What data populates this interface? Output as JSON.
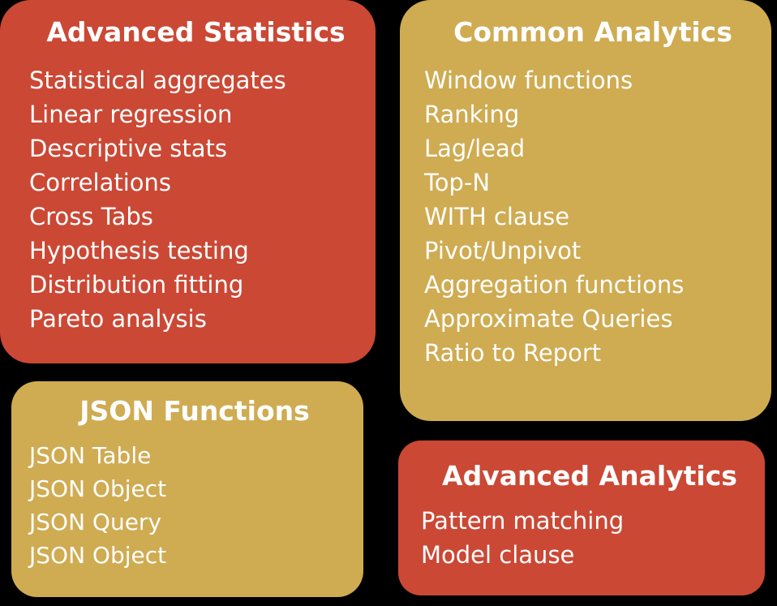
{
  "colors": {
    "background": "#000000",
    "red": "#CB4835",
    "gold": "#CFAB52",
    "text": "#FFFFFF"
  },
  "panels": [
    {
      "id": "advanced-statistics",
      "title": "Advanced Statistics",
      "accent": "#CB4835",
      "items": [
        "Statistical aggregates",
        "Linear regression",
        "Descriptive stats",
        "Correlations",
        "Cross Tabs",
        "Hypothesis testing",
        "Distribution fitting",
        "Pareto analysis"
      ]
    },
    {
      "id": "common-analytics",
      "title": "Common Analytics",
      "accent": "#CFAB52",
      "items": [
        "Window functions",
        "Ranking",
        "Lag/lead",
        "Top-N",
        "WITH clause",
        "Pivot/Unpivot",
        "Aggregation functions",
        "Approximate Queries",
        "Ratio to Report"
      ]
    },
    {
      "id": "json-functions",
      "title": "JSON Functions",
      "accent": "#CFAB52",
      "items": [
        "JSON Table",
        "JSON Object",
        "JSON Query",
        "JSON Object"
      ]
    },
    {
      "id": "advanced-analytics",
      "title": "Advanced Analytics",
      "accent": "#CB4835",
      "items": [
        "Pattern matching",
        "Model clause"
      ]
    }
  ]
}
